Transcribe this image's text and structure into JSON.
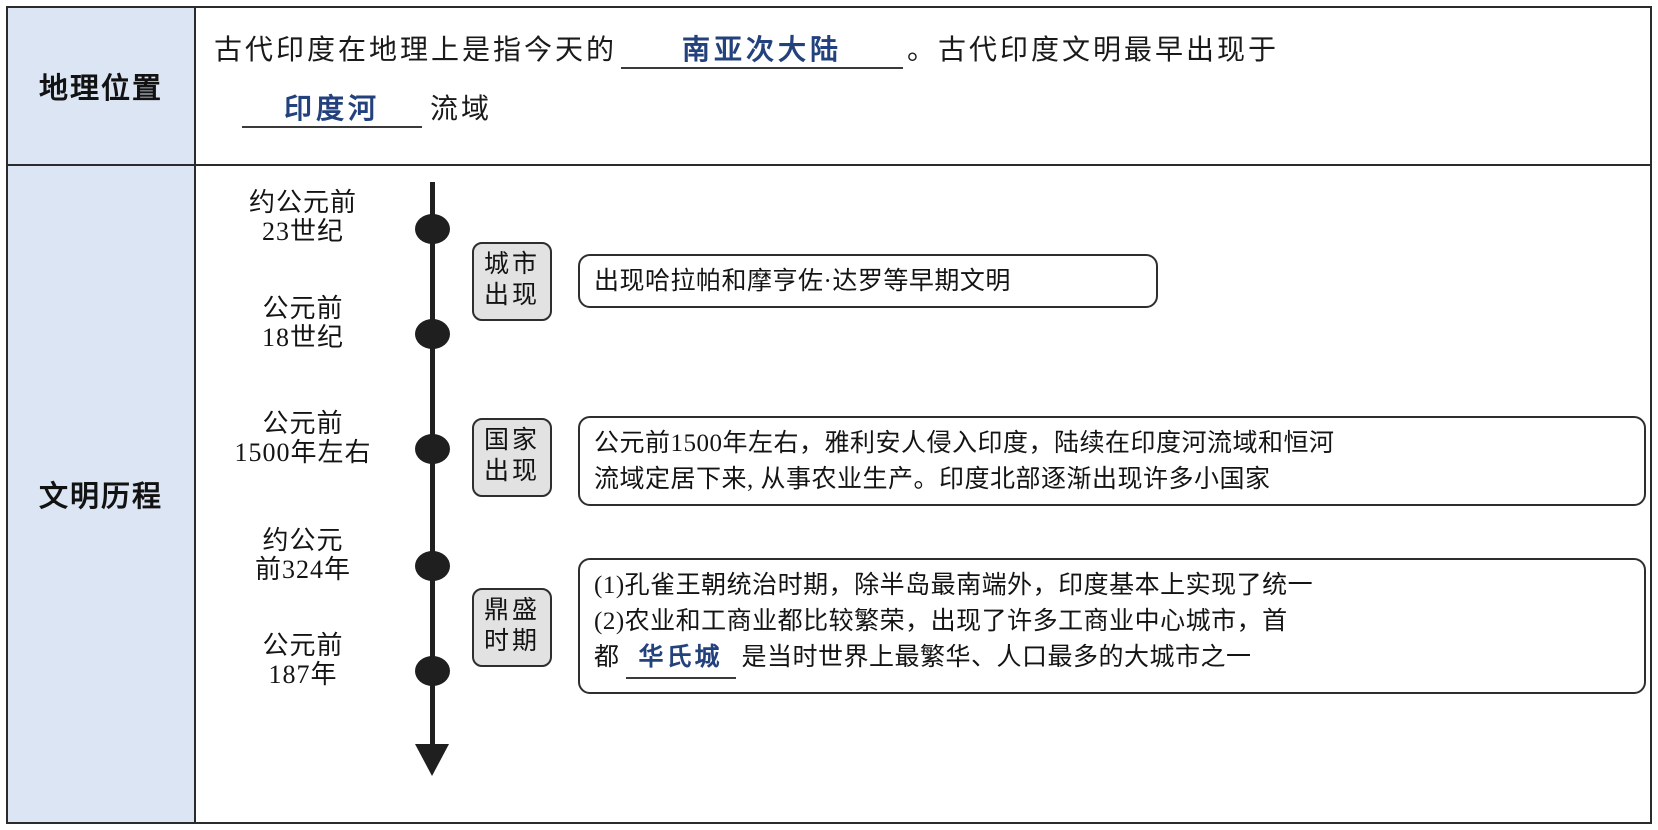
{
  "rows": {
    "geography": {
      "label": "地理位置",
      "line1_pre": "古代印度在地理上是指今天的",
      "answer1": "南亚次大陆",
      "line1_post": "。古代印度文明最早出现于",
      "answer2": "印度河",
      "line2_post": "流域"
    },
    "civilization": {
      "label": "文明历程"
    }
  },
  "timeline": {
    "nodes": [
      {
        "year": "约公元前\n23世纪"
      },
      {
        "year": "公元前\n18世纪"
      },
      {
        "year": "公元前\n1500年左右"
      },
      {
        "year": "约公元\n前324年"
      },
      {
        "year": "公元前\n187年"
      }
    ],
    "tags": [
      {
        "text": "城市\n出现"
      },
      {
        "text": "国家\n出现"
      },
      {
        "text": "鼎盛\n时期"
      }
    ],
    "details": [
      {
        "lines": [
          "出现哈拉帕和摩亨佐·达罗等早期文明"
        ]
      },
      {
        "lines": [
          "公元前1500年左右，雅利安人侵入印度，陆续在印度河流域和恒河",
          "流域定居下来, 从事农业生产。印度北部逐渐出现许多小国家"
        ]
      },
      {
        "line1": "(1)孔雀王朝统治时期，除半岛最南端外，印度基本上实现了统一",
        "line2": "(2)农业和工商业都比较繁荣，出现了许多工商业中心城市，首",
        "line3_pre": "都",
        "line3_answer": "华氏城",
        "line3_post": "是当时世界上最繁华、人口最多的大城市之一"
      }
    ]
  },
  "colors": {
    "label_cell_bg": "#dce5f4",
    "answer_blue": "#23417c",
    "tag_bg": "#e2e2e2",
    "ink": "#1f1f1f"
  }
}
